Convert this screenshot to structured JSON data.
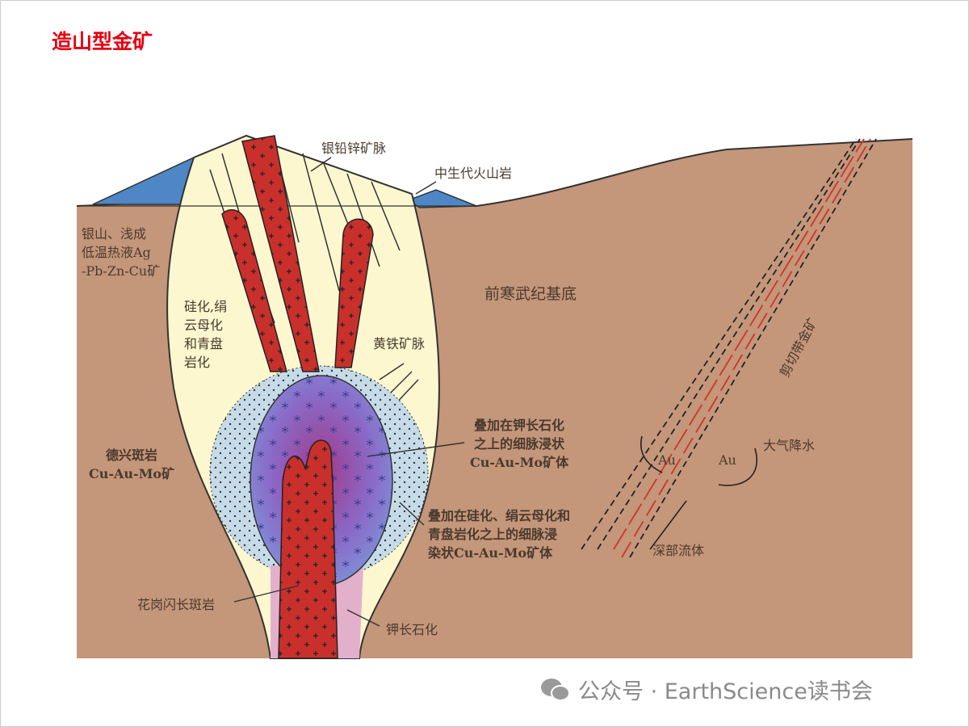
{
  "title": "造山型金矿",
  "labels": {
    "ag_vein": "银铅锌矿脉",
    "volcanic": "中生代火山岩",
    "silver_mtn": "银山、浅成\n低温热液Ag\n-Pb-Zn-Cu矿",
    "alteration": "硅化,绢\n云母化\n和青盘\n岩化",
    "basement": "前寒武纪基底",
    "pyrite": "黄铁矿脉",
    "shear": "剪切带金矿",
    "dexing": "德兴斑岩\nCu-Au-Mo矿",
    "ore1": "叠加在钾长石化\n之上的细脉浸状\nCu-Au-Mo矿体",
    "ore2": "叠加在硅化、绢云母化和\n青盘岩化之上的细脉浸\n染状Cu-Au-Mo矿体",
    "meteoric": "大气降水",
    "au1": "Au",
    "au2": "Au",
    "deep_fluid": "深部流体",
    "granodiorite": "花岗闪长斑岩",
    "k_feldspar": "钾长石化"
  },
  "watermark": "公众号 · EarthScience读书会",
  "colors": {
    "brown": "#c4967a",
    "yellow": "#fcf7cf",
    "red": "#c9302c",
    "blue": "#4f86c6",
    "pink": "#e3b0cc",
    "title": "#e60012"
  }
}
